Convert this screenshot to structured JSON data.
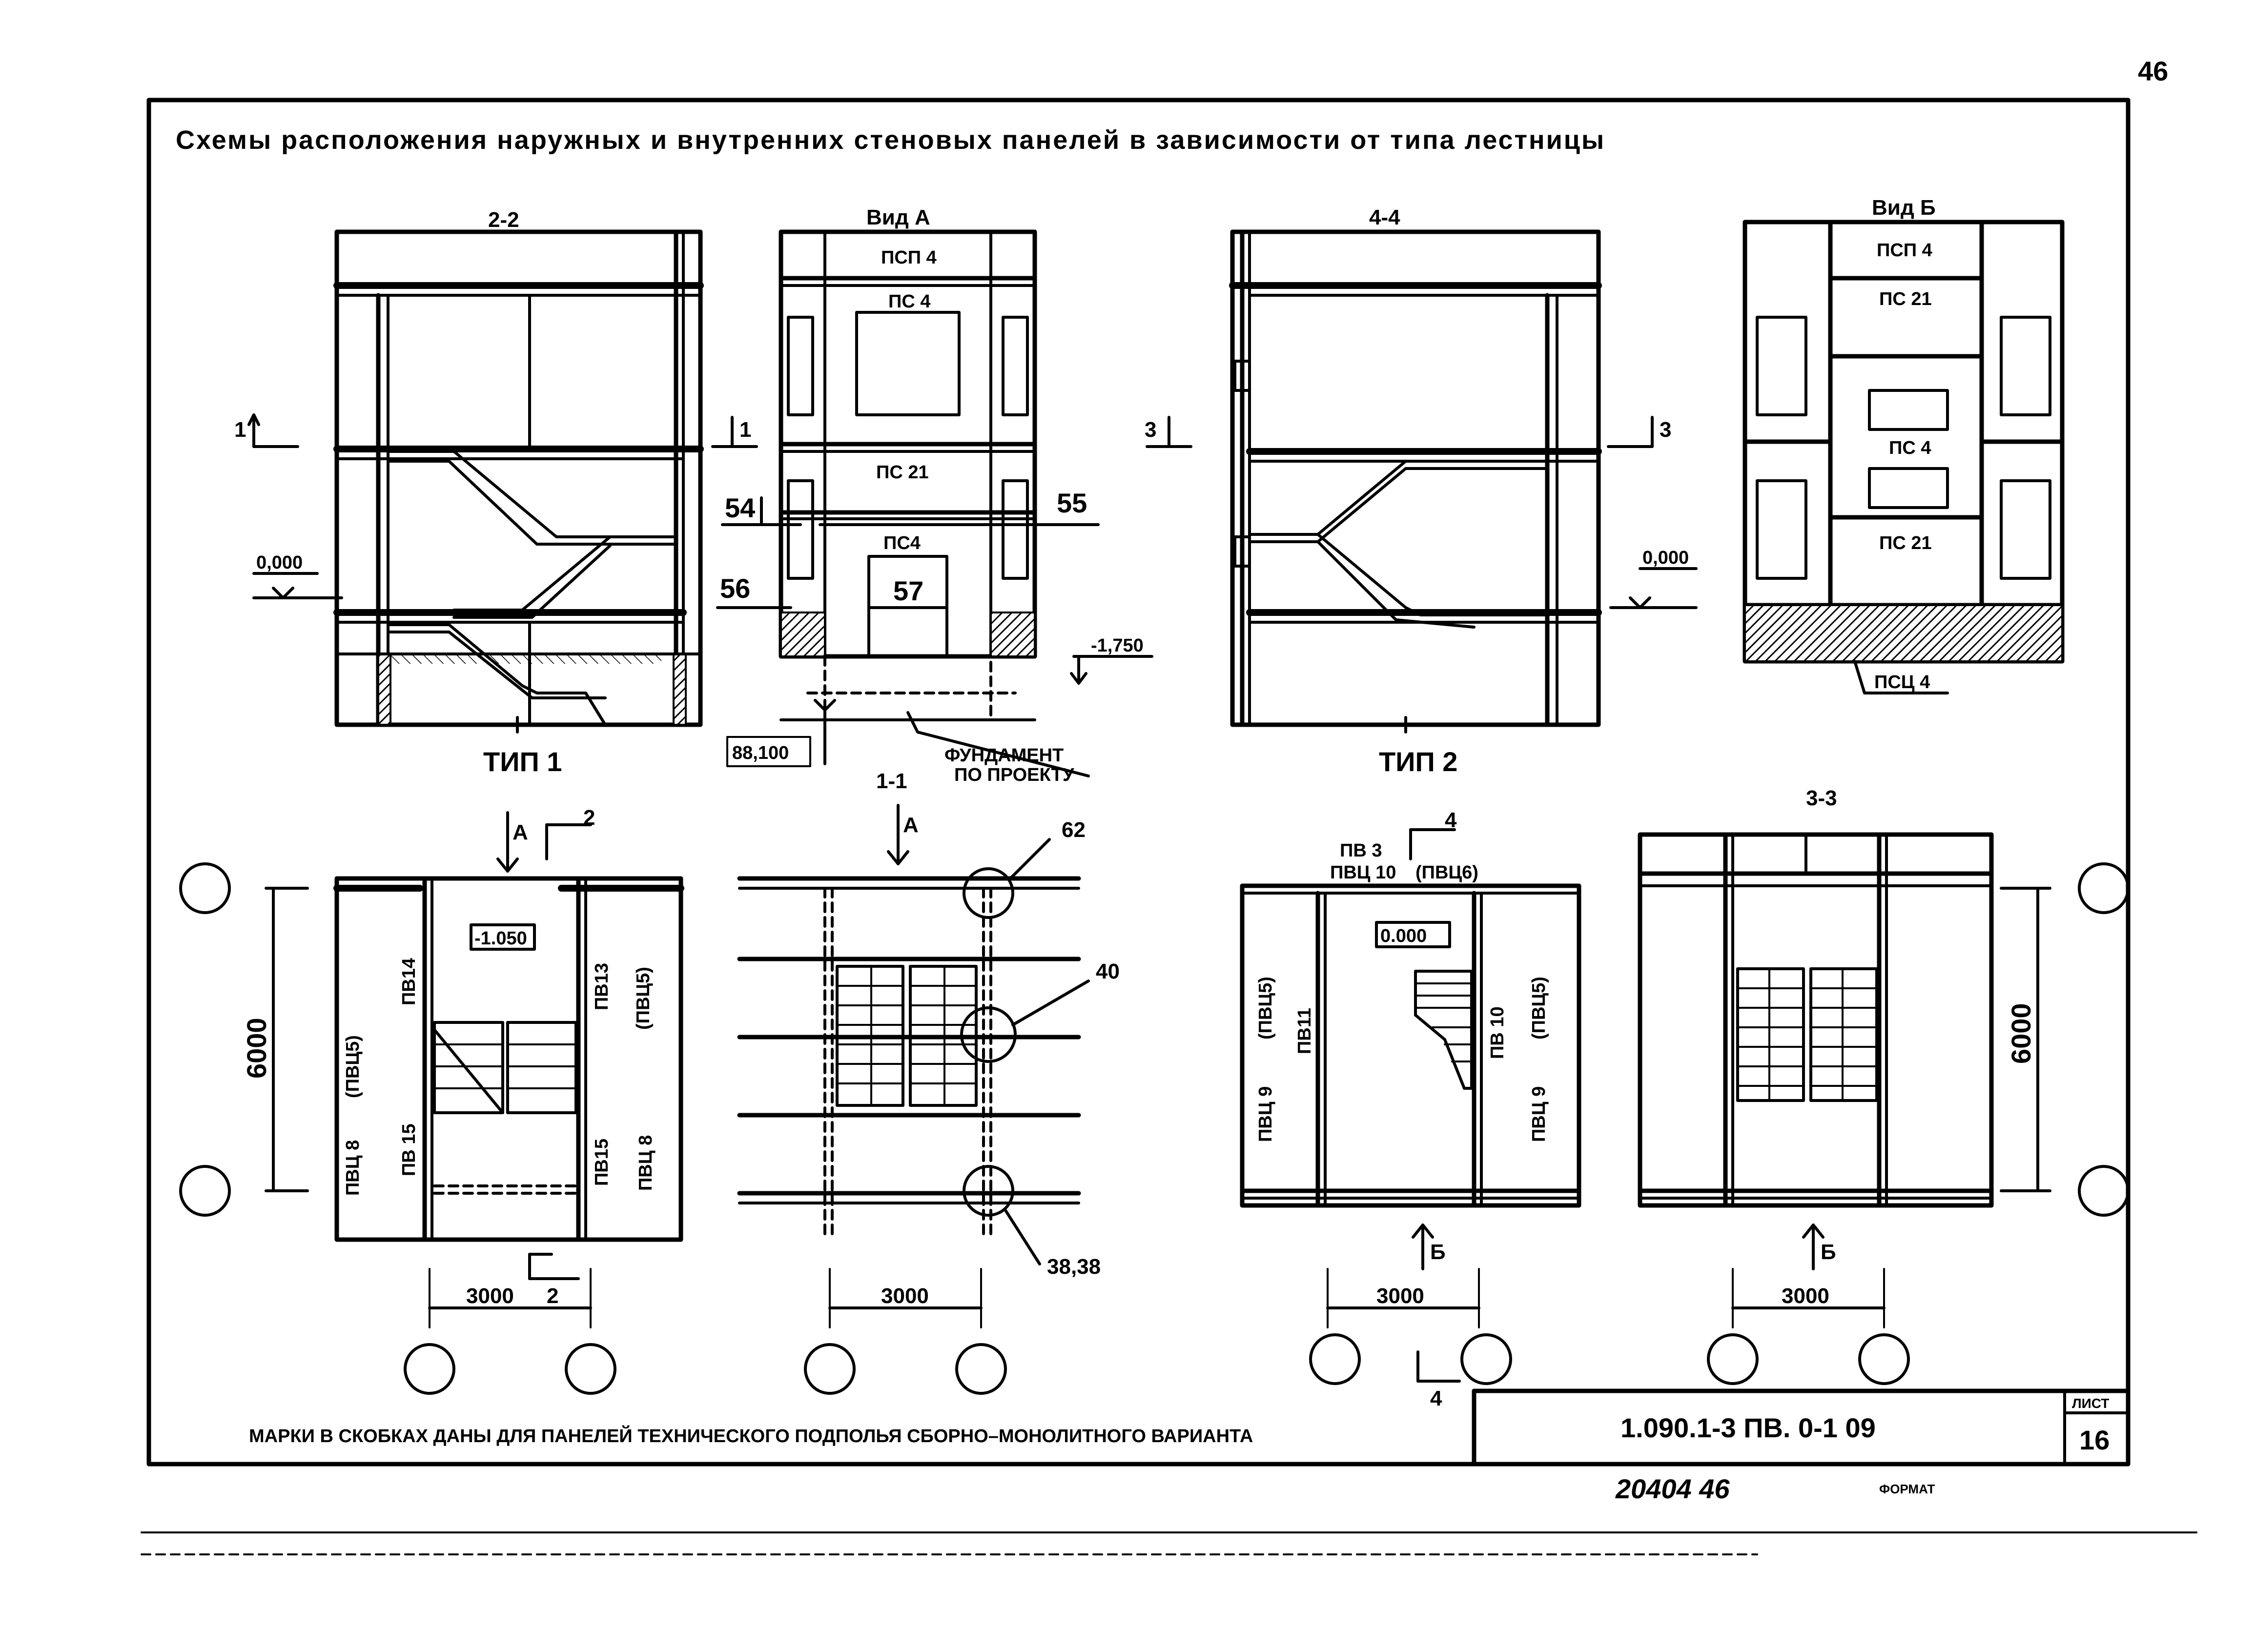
{
  "corner_number": "46",
  "title": "Схемы расположения наружных и внутренних стеновых панелей в зависимости от типа лестницы",
  "views": {
    "sec22": "2-2",
    "vidA": "Вид А",
    "sec44": "4-4",
    "vidB": "Вид Б",
    "sec11": "1-1",
    "sec33": "3-3",
    "type1": "ТИП 1",
    "type2": "ТИП 2"
  },
  "panels": {
    "psp4": "ПСП 4",
    "ps4": "ПС 4",
    "ps21": "ПС 21",
    "ps4b": "ПС4",
    "psc4": "ПСЦ 4",
    "pb14": "ПВ14",
    "pb13": "ПВ13",
    "pb15": "ПВ 15",
    "pb15b": "ПВ15",
    "pbc5": "(ПВЦ5)",
    "pbc8": "ПВЦ 8",
    "pb3": "ПВ 3",
    "pbc10": "ПВЦ 10",
    "pbc6": "(ПВЦ6)",
    "pbc9": "ПВЦ 9",
    "pb11": "ПВ11",
    "pb10": "ПВ 10"
  },
  "marks": {
    "m54": "54",
    "m55": "55",
    "m56": "56",
    "m57": "57",
    "m62": "62",
    "m40": "40",
    "m3838": "38,38",
    "m88100": "88,100",
    "sec1": "1",
    "sec2": "2",
    "sec3": "3",
    "sec4": "4",
    "arrowA": "А",
    "arrowB": "Б"
  },
  "levels": {
    "zero": "0,000",
    "zero_box": "0.000",
    "minus1750": "-1,750",
    "minus1050": "-1.050"
  },
  "dims": {
    "d6000": "6000",
    "d3000": "3000"
  },
  "foundation": {
    "line1": "ФУНДАМЕНТ",
    "line2": "ПО ПРОЕКТУ"
  },
  "footer": {
    "note": "МАРКИ В СКОБКАХ ДАНЫ ДЛЯ ПАНЕЛЕЙ ТЕХНИЧЕСКОГО ПОДПОЛЬЯ СБОРНО–МОНОЛИТНОГО ВАРИАНТА",
    "doc_code": "1.090.1-3 ПВ. 0-1 09",
    "sheet_label": "ЛИСТ",
    "sheet_number": "16",
    "archive": "20404 46",
    "format": "ФОРМАТ"
  }
}
